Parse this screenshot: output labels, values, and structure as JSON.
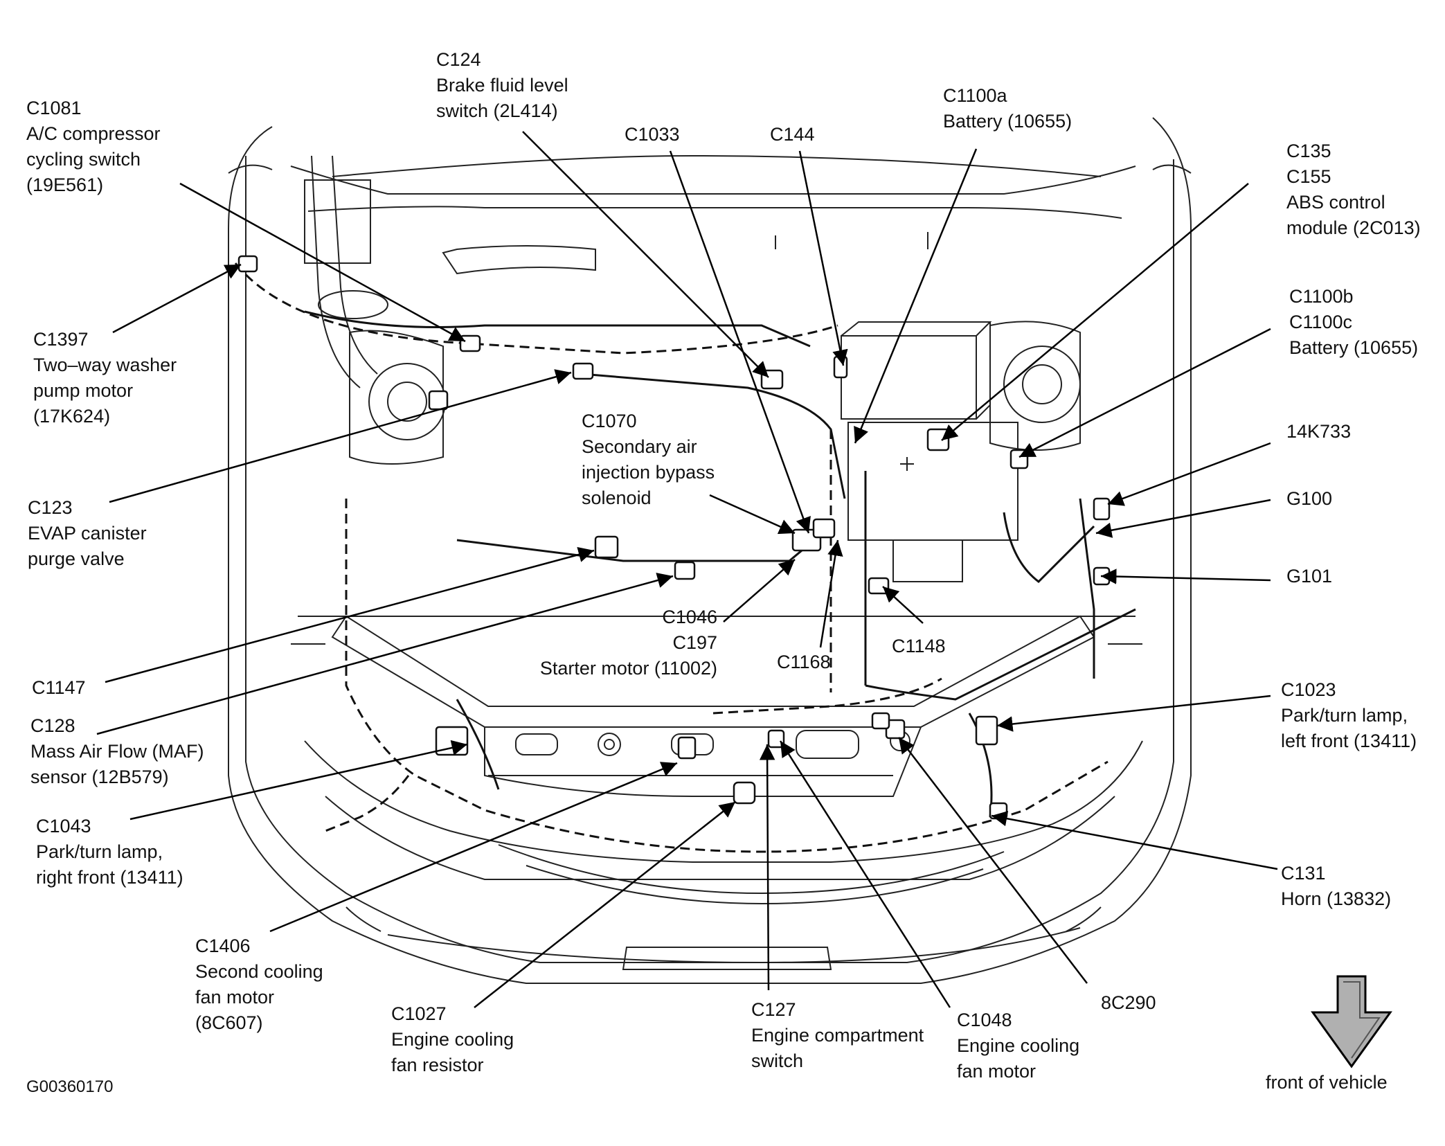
{
  "figure_id": "G00360170",
  "orientation_label": "front of vehicle",
  "callouts": [
    {
      "id": "c1081",
      "lines": [
        "C1081",
        "A/C compressor",
        "cycling switch",
        "(19E561)"
      ]
    },
    {
      "id": "c124",
      "lines": [
        "C124",
        "Brake fluid level",
        "switch (2L414)"
      ]
    },
    {
      "id": "c1033",
      "lines": [
        "C1033"
      ]
    },
    {
      "id": "c144",
      "lines": [
        "C144"
      ]
    },
    {
      "id": "c1100a",
      "lines": [
        "C1100a",
        "Battery (10655)"
      ]
    },
    {
      "id": "c135",
      "lines": [
        "C135",
        "C155",
        "ABS control",
        "module (2C013)"
      ]
    },
    {
      "id": "c1100b",
      "lines": [
        "C1100b",
        "C1100c",
        "Battery (10655)"
      ]
    },
    {
      "id": "c1397",
      "lines": [
        "C1397",
        "Two–way washer",
        "pump motor",
        "(17K624)"
      ]
    },
    {
      "id": "c1070",
      "lines": [
        "C1070",
        "Secondary air",
        "injection bypass",
        "solenoid"
      ]
    },
    {
      "id": "k14733",
      "lines": [
        "14K733"
      ]
    },
    {
      "id": "c123",
      "lines": [
        "C123",
        "EVAP canister",
        "purge valve"
      ]
    },
    {
      "id": "g100",
      "lines": [
        "G100"
      ]
    },
    {
      "id": "g101",
      "lines": [
        "G101"
      ]
    },
    {
      "id": "c1046",
      "lines": [
        "C1046",
        "C197",
        "Starter motor (11002)"
      ]
    },
    {
      "id": "c1168",
      "lines": [
        "C1168"
      ]
    },
    {
      "id": "c1148",
      "lines": [
        "C1148"
      ]
    },
    {
      "id": "c1147",
      "lines": [
        "C1147"
      ]
    },
    {
      "id": "c128",
      "lines": [
        "C128",
        "Mass Air Flow (MAF)",
        "sensor (12B579)"
      ]
    },
    {
      "id": "c1023",
      "lines": [
        "C1023",
        "Park/turn lamp,",
        "left front (13411)"
      ]
    },
    {
      "id": "c1043",
      "lines": [
        "C1043",
        "Park/turn lamp,",
        "right front (13411)"
      ]
    },
    {
      "id": "c131",
      "lines": [
        "C131",
        "Horn (13832)"
      ]
    },
    {
      "id": "c1406",
      "lines": [
        "C1406",
        "Second cooling",
        "fan motor",
        "(8C607)"
      ]
    },
    {
      "id": "c1027",
      "lines": [
        "C1027",
        "Engine cooling",
        "fan resistor"
      ]
    },
    {
      "id": "c127",
      "lines": [
        "C127",
        "Engine compartment",
        "switch"
      ]
    },
    {
      "id": "c1048",
      "lines": [
        "C1048",
        "Engine cooling",
        "fan motor"
      ]
    },
    {
      "id": "k8c290",
      "lines": [
        "8C290"
      ]
    }
  ]
}
